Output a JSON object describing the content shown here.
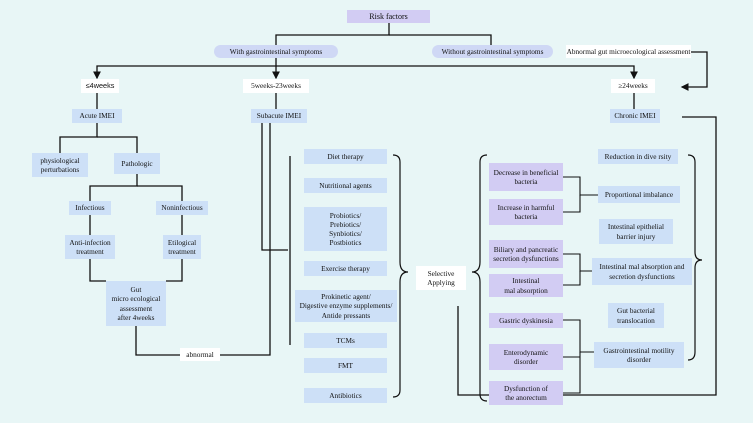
{
  "risk_factors": "Risk factors",
  "with_gi": "With gastrointestinal symptoms",
  "without_gi": "Without gastrointestinal symptoms",
  "abnormal_assessment": "Abnormal gut microecological assessment",
  "durations": {
    "le4": "≤4weeks",
    "mid": "5weeks-23weeks",
    "ge24": "≥24weeks"
  },
  "stages": {
    "acute": "Acute IMEI",
    "subacute": "Subacute IMEI",
    "chronic": "Chronic IMEI"
  },
  "acute_branch": {
    "physiological": "physiological\nperturbations",
    "pathologic": "Pathologic",
    "infectious": "Infectious",
    "noninfectious": "Noninfectious",
    "anti_infection": "Anti-infection\ntreatment",
    "etilogical": "Etilogical\ntreatment",
    "gut_assessment": "Gut\nmicro ecological\nassessment\nafter 4weeks",
    "abnormal": "abnormal"
  },
  "therapies": [
    "Diet therapy",
    "Nutritional agents",
    "Probiotics/\nPrebiotics/\nSynbiotics/\nPostbiotics",
    "Exercise therapy",
    "Prokinetic agent/\nDigestive enzyme supplements/\nAntide pressants",
    "TCMs",
    "FMT",
    "Antibiotics"
  ],
  "selective": "Selective\nApplying",
  "dysfunctions": [
    "Decrease in beneficial\nbacteria",
    "Increase in harmful\nbacteria",
    "Biliary and pancreatic\nsecretion dysfunctions",
    "Intestinal\nmal absorption",
    "Gastric dyskinesia",
    "Enterodynamic\ndisorder",
    "Dysfunction of\nthe anorectum"
  ],
  "features": [
    "Reduction in dive rsity",
    "Proportional imbalance",
    "Intestinal epithelial\nbarrier injury",
    "Intestinal mal absorption and\nsecretion dysfunctions",
    "Gut bacterial\ntranslocation",
    "Gastrointestinal motility\ndisorder"
  ]
}
